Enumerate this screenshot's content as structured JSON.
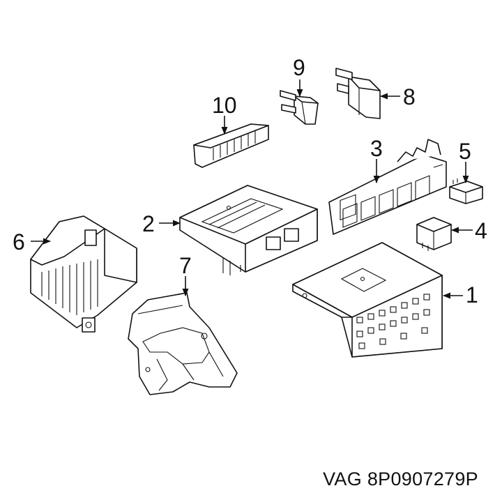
{
  "diagram": {
    "callouts": {
      "c1": "1",
      "c2": "2",
      "c3": "3",
      "c4": "4",
      "c5": "5",
      "c6": "6",
      "c7": "7",
      "c8": "8",
      "c9": "9",
      "c10": "10"
    }
  },
  "caption": {
    "brand": "VAG",
    "part_number": "8P0907279P"
  },
  "colors": {
    "line": "#111111",
    "background": "#ffffff"
  }
}
